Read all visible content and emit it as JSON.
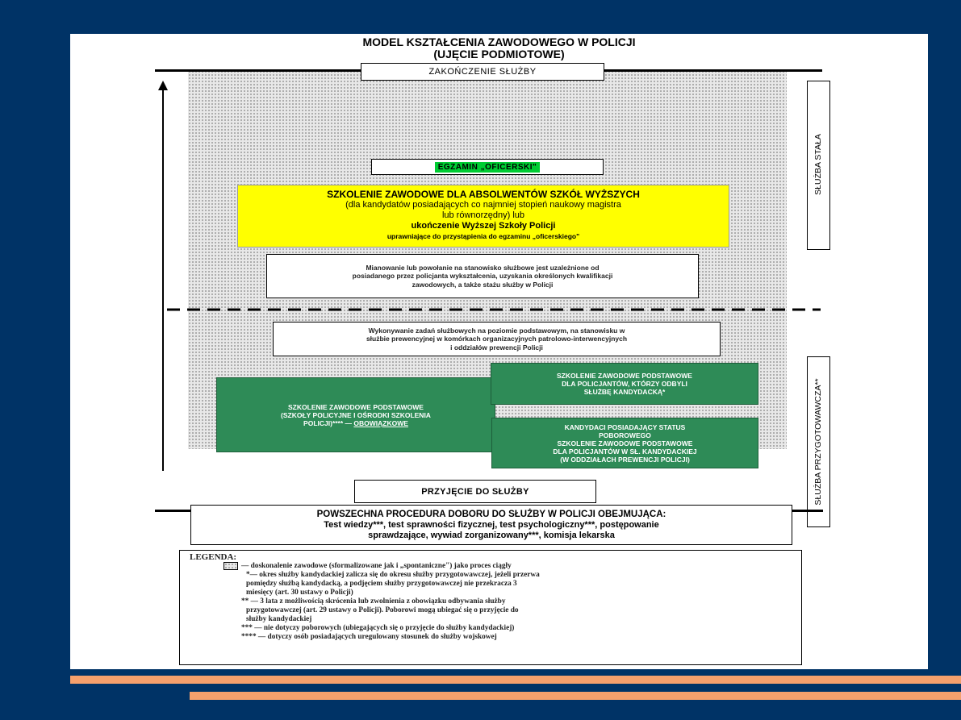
{
  "title": {
    "line1": "MODEL KSZTAŁCENIA ZAWODOWEGO W POLICJI",
    "line2": "(UJĘCIE PODMIOTOWE)"
  },
  "top_box": "ZAKOŃCZENIE SŁUŻBY",
  "exam_box": "EGZAMIN „OFICERSKI\"",
  "yellow_box": {
    "line1": "SZKOLENIE ZAWODOWE DLA ABSOLWENTÓW SZKÓŁ WYŻSZYCH",
    "line2": "(dla kandydatów posiadających co najmniej stopień naukowy magistra",
    "line3": "lub równorzędny) lub",
    "line4": "ukończenie Wyższej Szkoły Policji",
    "line5": "uprawniające do przystąpienia do egzaminu „oficerskiego\""
  },
  "appointment_box": {
    "line1": "Mianowanie lub powołanie na stanowisko służbowe jest uzależnione od",
    "line2": "posiadanego przez policjanta wykształcenia, uzyskania określonych kwalifikacji",
    "line3": "zawodowych, a także stażu służby w Policji"
  },
  "duties_box": {
    "line1": "Wykonywanie zadań służbowych na poziomie podstawowym, na stanowisku w",
    "line2": "służbie prewencyjnej w komórkach organizacyjnych patrolowo-interwencyjnych",
    "line3": "i oddziałów prewencji Policji"
  },
  "green_left": {
    "line1": "SZKOLENIE ZAWODOWE PODSTAWOWE",
    "line2": "(SZKOŁY POLICYJNE I OŚRODKI SZKOLENIA",
    "line3_prefix": "POLICJI)**** — ",
    "line3_underlined": "OBOWIĄZKOWE"
  },
  "green_right_top": {
    "line1": "SZKOLENIE ZAWODOWE PODSTAWOWE",
    "line2": "DLA POLICJANTÓW, KTÓRZY ODBYLI",
    "line3": "SŁUŻBĘ KANDYDACKĄ*"
  },
  "green_right_bottom": {
    "line1": "KANDYDACI POSIADAJĄCY STATUS",
    "line2": "POBOROWEGO",
    "line3": "SZKOLENIE ZAWODOWE PODSTAWOWE",
    "line4": "DLA POLICJANTÓW W SŁ. KANDYDACKIEJ",
    "line5": "(W ODDZIAŁACH PREWENCJI POLICJI)"
  },
  "admission_box": "PRZYJĘCIE DO SŁUŻBY",
  "procedure_box": {
    "line1": "POWSZECHNA PROCEDURA DOBORU DO SŁUŻBY W POLICJI OBEJMUJĄCA:",
    "line2": "Test wiedzy***, test sprawności fizycznej, test psychologiczny***, postępowanie",
    "line3": "sprawdzające, wywiad zorganizowany***, komisja lekarska"
  },
  "side_labels": {
    "permanent": "SŁUŻBA STAŁA",
    "preparatory": "SŁUŻBA PRZYGOTOWAWCZA**"
  },
  "legend": {
    "heading": "LEGENDA:",
    "item1": "— doskonalenie zawodowe (sformalizowane jak i „spontaniczne\") jako proces ciągły",
    "item2a": "*— okres służby kandydackiej zalicza się do okresu służby przygotowawczej, jeżeli przerwa",
    "item2b": "pomiędzy służbą kandydacką, a podjęciem służby przygotowawczej nie przekracza 3",
    "item2c": "miesięcy (art. 30 ustawy o Policji)",
    "item3a": "** — 3 lata z możliwością skrócenia lub zwolnienia z obowiązku odbywania służby",
    "item3b": "przygotowawczej (art. 29 ustawy o Policji). Poborowi mogą ubiegać się o przyjęcie do",
    "item3c": "służby kandydackiej",
    "item4": "*** — nie dotyczy poborowych (ubiegających się o przyjęcie do służby kandydackiej)",
    "item5": "**** — dotyczy osób posiadających uregulowany stosunek do służby wojskowej"
  },
  "colors": {
    "background": "#003366",
    "stripe": "#f5a06c",
    "exam_green": "#00cc33",
    "yellow": "#ffff00",
    "dark_green": "#2e8b57"
  }
}
